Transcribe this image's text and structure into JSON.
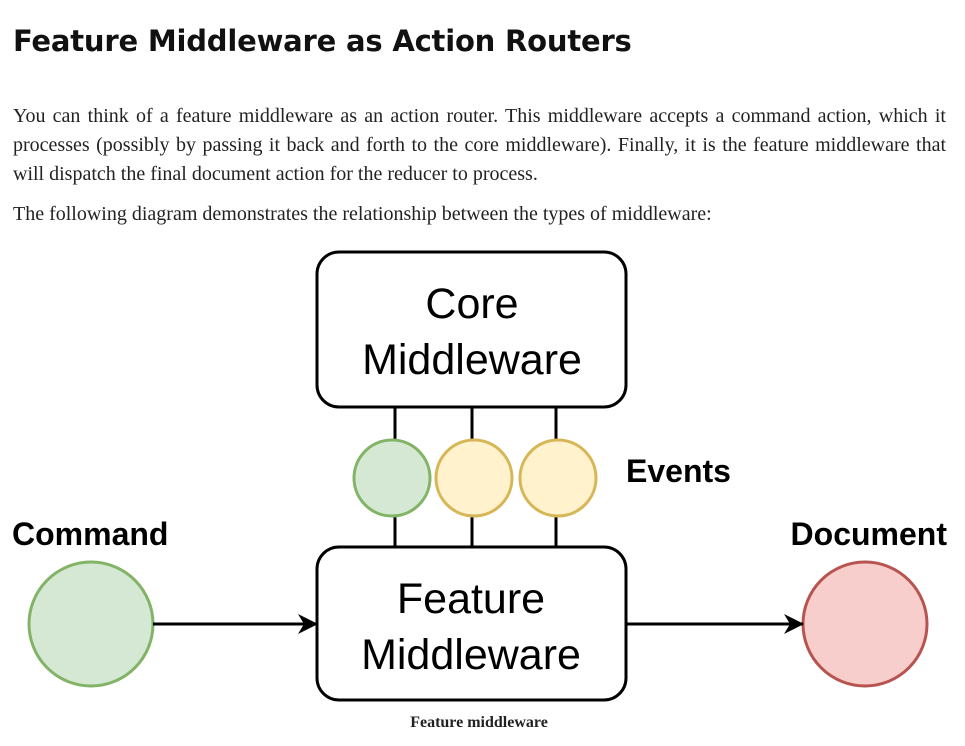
{
  "heading": "Feature Middleware as Action Routers",
  "paragraphs": [
    "You can think of a feature middleware as an action router. This middleware accepts a command action, which it processes (possibly by passing it back and forth to the core middleware). Finally, it is the feature middleware that will dispatch the final document action for the reducer to process.",
    "The following diagram demonstrates the relationship between the types of middleware:"
  ],
  "diagram": {
    "core_box": {
      "line1": "Core",
      "line2": "Middleware"
    },
    "feature_box": {
      "line1": "Feature",
      "line2": "Middleware"
    },
    "events_label": "Events",
    "command_label": "Command",
    "document_label": "Document",
    "colors": {
      "green_fill": "#d5e8d4",
      "green_stroke": "#82b366",
      "yellow_fill": "#fff2cc",
      "yellow_stroke": "#d6b656",
      "red_fill": "#f8cecc",
      "red_stroke": "#b85450",
      "line": "#000000"
    }
  },
  "caption": "Feature middleware"
}
